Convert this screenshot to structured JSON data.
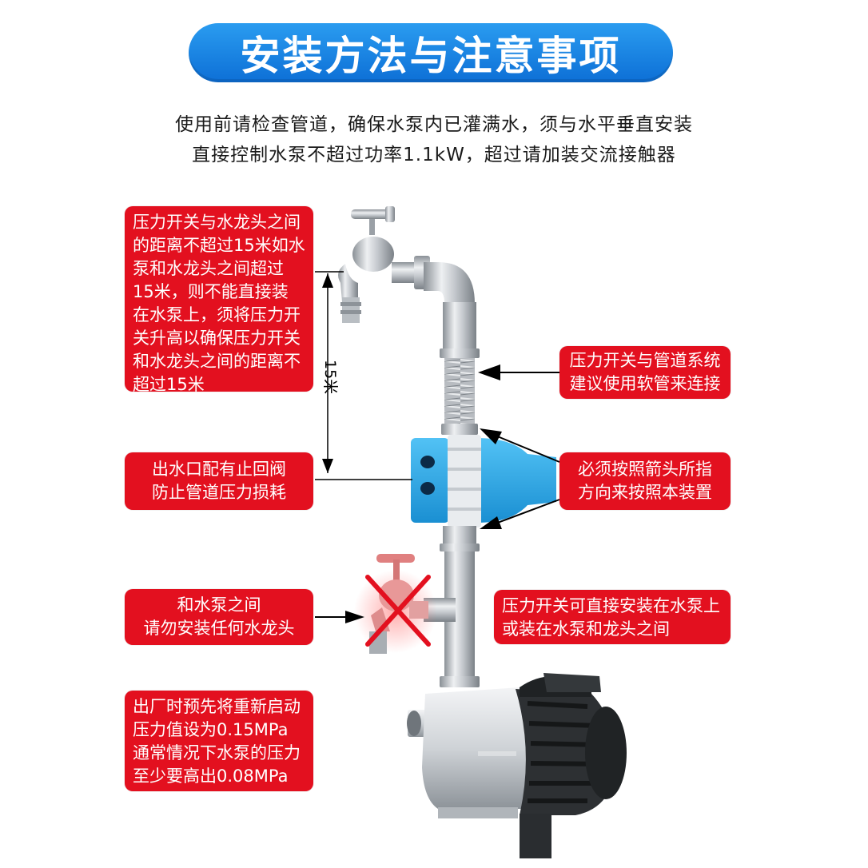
{
  "title": "安装方法与注意事项",
  "intro": [
    "使用前请检查管道，确保水泵内已灌满水，须与水平垂直安装",
    "直接控制水泵不超过功率1.1kW，超过请加装交流接触器"
  ],
  "callouts": {
    "distance_limit": [
      "压力开关与水龙头之间",
      "的距离不超过15米如水",
      "泵和水龙头之间超过",
      "15米，则不能直接装",
      "在水泵上，须将压力开",
      "关升高以确保压力开关",
      "和水龙头之间的距离不",
      "超过15米"
    ],
    "hose": [
      "压力开关与管道系统",
      "建议使用软管来连接"
    ],
    "check_valve": [
      "出水口配有止回阀",
      "防止管道压力损耗"
    ],
    "arrow_direction": [
      "必须按照箭头所指",
      "方向来按照本装置"
    ],
    "no_faucet": [
      "和水泵之间",
      "请勿安装任何水龙头"
    ],
    "mount_location": [
      "压力开关可直接安装在水泵上",
      "或装在水泵和龙头之间"
    ],
    "factory_preset": [
      "出厂时预先将重新启动",
      "压力值设为0.15MPa",
      "通常情况下水泵的压力",
      "至少要高出0.08MPa"
    ]
  },
  "dimension_label": "15米",
  "colors": {
    "title_blue": "#1a86e8",
    "callout_red": "#e3101f",
    "switch_blue": "#27a7e6",
    "steel": "#c9cdd2"
  }
}
